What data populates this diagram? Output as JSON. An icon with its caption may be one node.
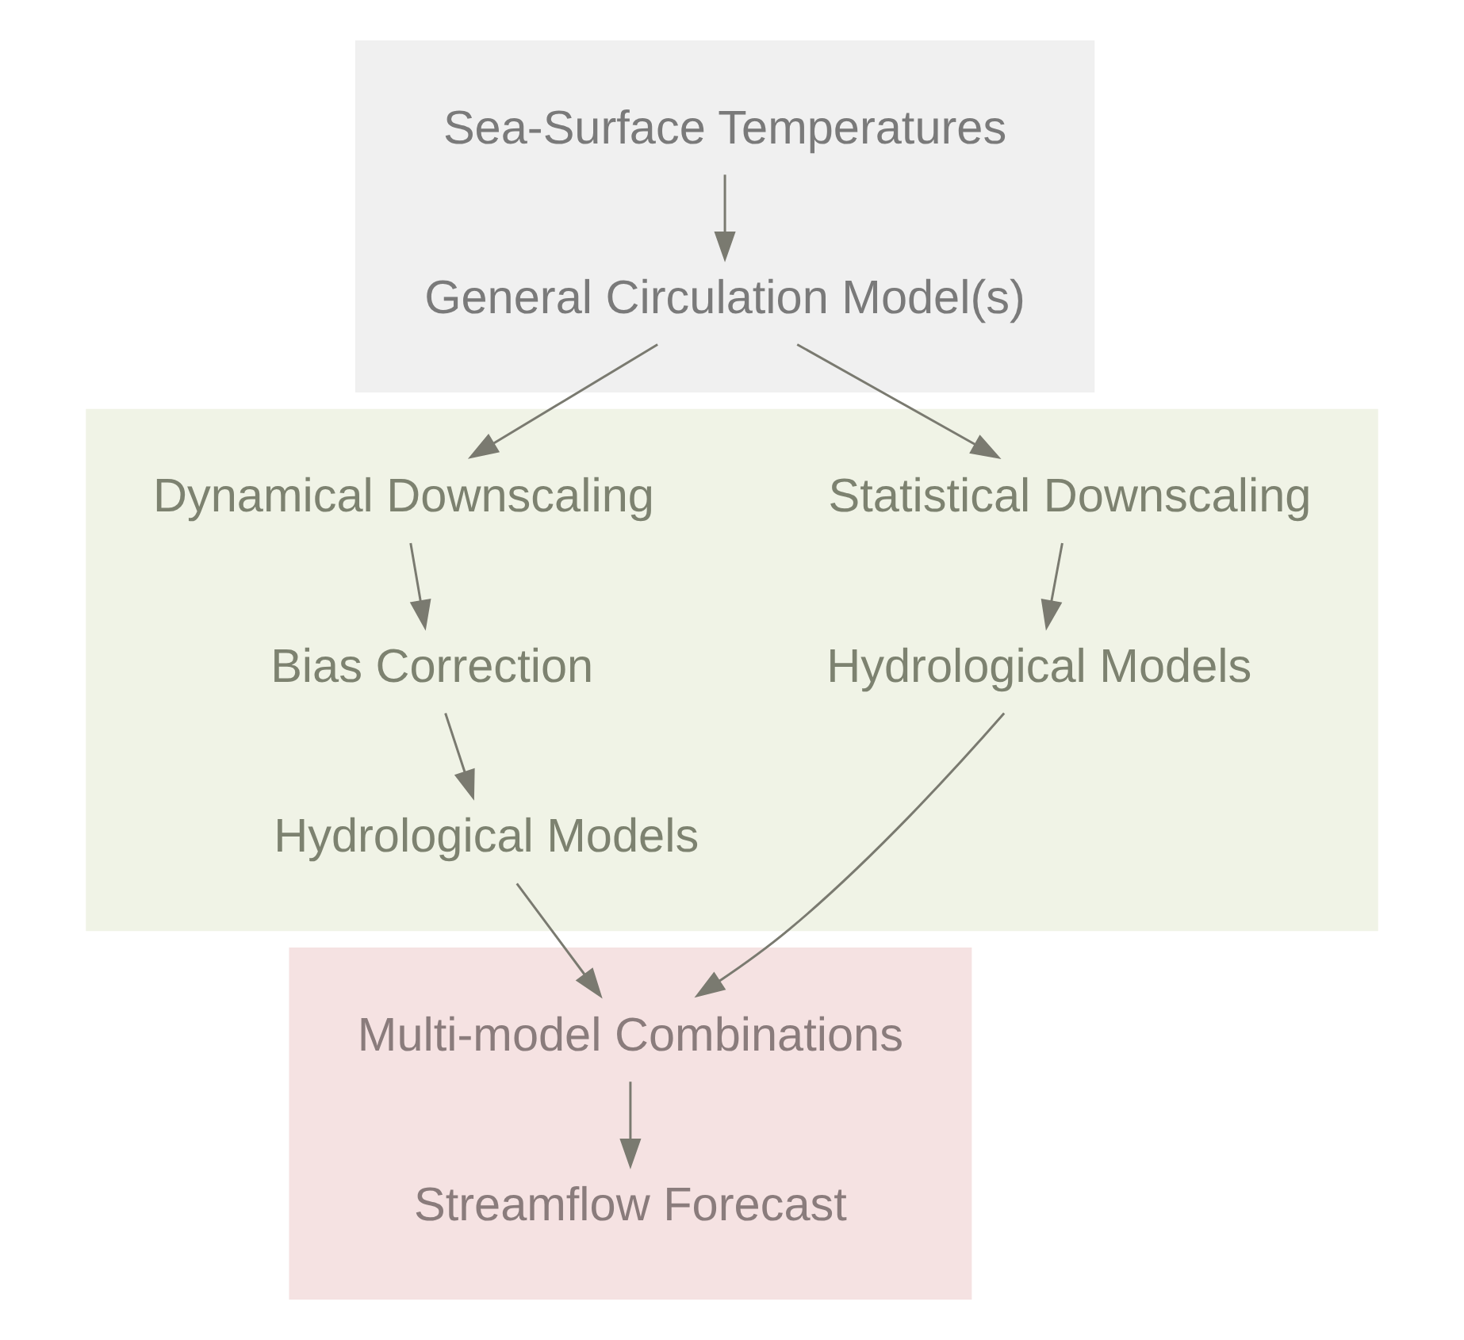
{
  "diagram": {
    "nodes": [
      {
        "text": [],
        "shape": "band"
      },
      {
        "text": [
          "Sea-Surface Temperatures"
        ],
        "in": 0
      },
      {
        "text": [
          "General Circulation Model(s)"
        ],
        "in": 0
      },
      {
        "text": [],
        "shape": "band"
      },
      {
        "text": [
          "Dynamical Downscaling"
        ],
        "in": 3
      },
      {
        "text": [
          "Statistical Downscaling"
        ],
        "in": 3
      },
      {
        "text": [
          "Bias Correction"
        ],
        "in": 3
      },
      {
        "text": [
          "Hydrological Models"
        ],
        "in": 3
      },
      {
        "text": [
          "Hydrological Models"
        ],
        "in": 3
      },
      {
        "text": [],
        "shape": "band"
      },
      {
        "text": [
          "Multi-model Combinations"
        ],
        "in": 9
      },
      {
        "text": [
          "Streamflow Forecast"
        ],
        "in": 9
      }
    ],
    "edges": [
      {
        "from": 1,
        "to": 2,
        "arrow": "to"
      },
      {
        "from": 2,
        "to": 4,
        "arrow": "to"
      },
      {
        "from": 2,
        "to": 5,
        "arrow": "to"
      },
      {
        "from": 4,
        "to": 6,
        "arrow": "to"
      },
      {
        "from": 6,
        "to": 7,
        "arrow": "to"
      },
      {
        "from": 5,
        "to": 8,
        "arrow": "to"
      },
      {
        "from": 7,
        "to": 10,
        "arrow": "to"
      },
      {
        "from": 8,
        "to": 10,
        "arrow": "to"
      },
      {
        "from": 10,
        "to": 11,
        "arrow": "to"
      }
    ]
  }
}
